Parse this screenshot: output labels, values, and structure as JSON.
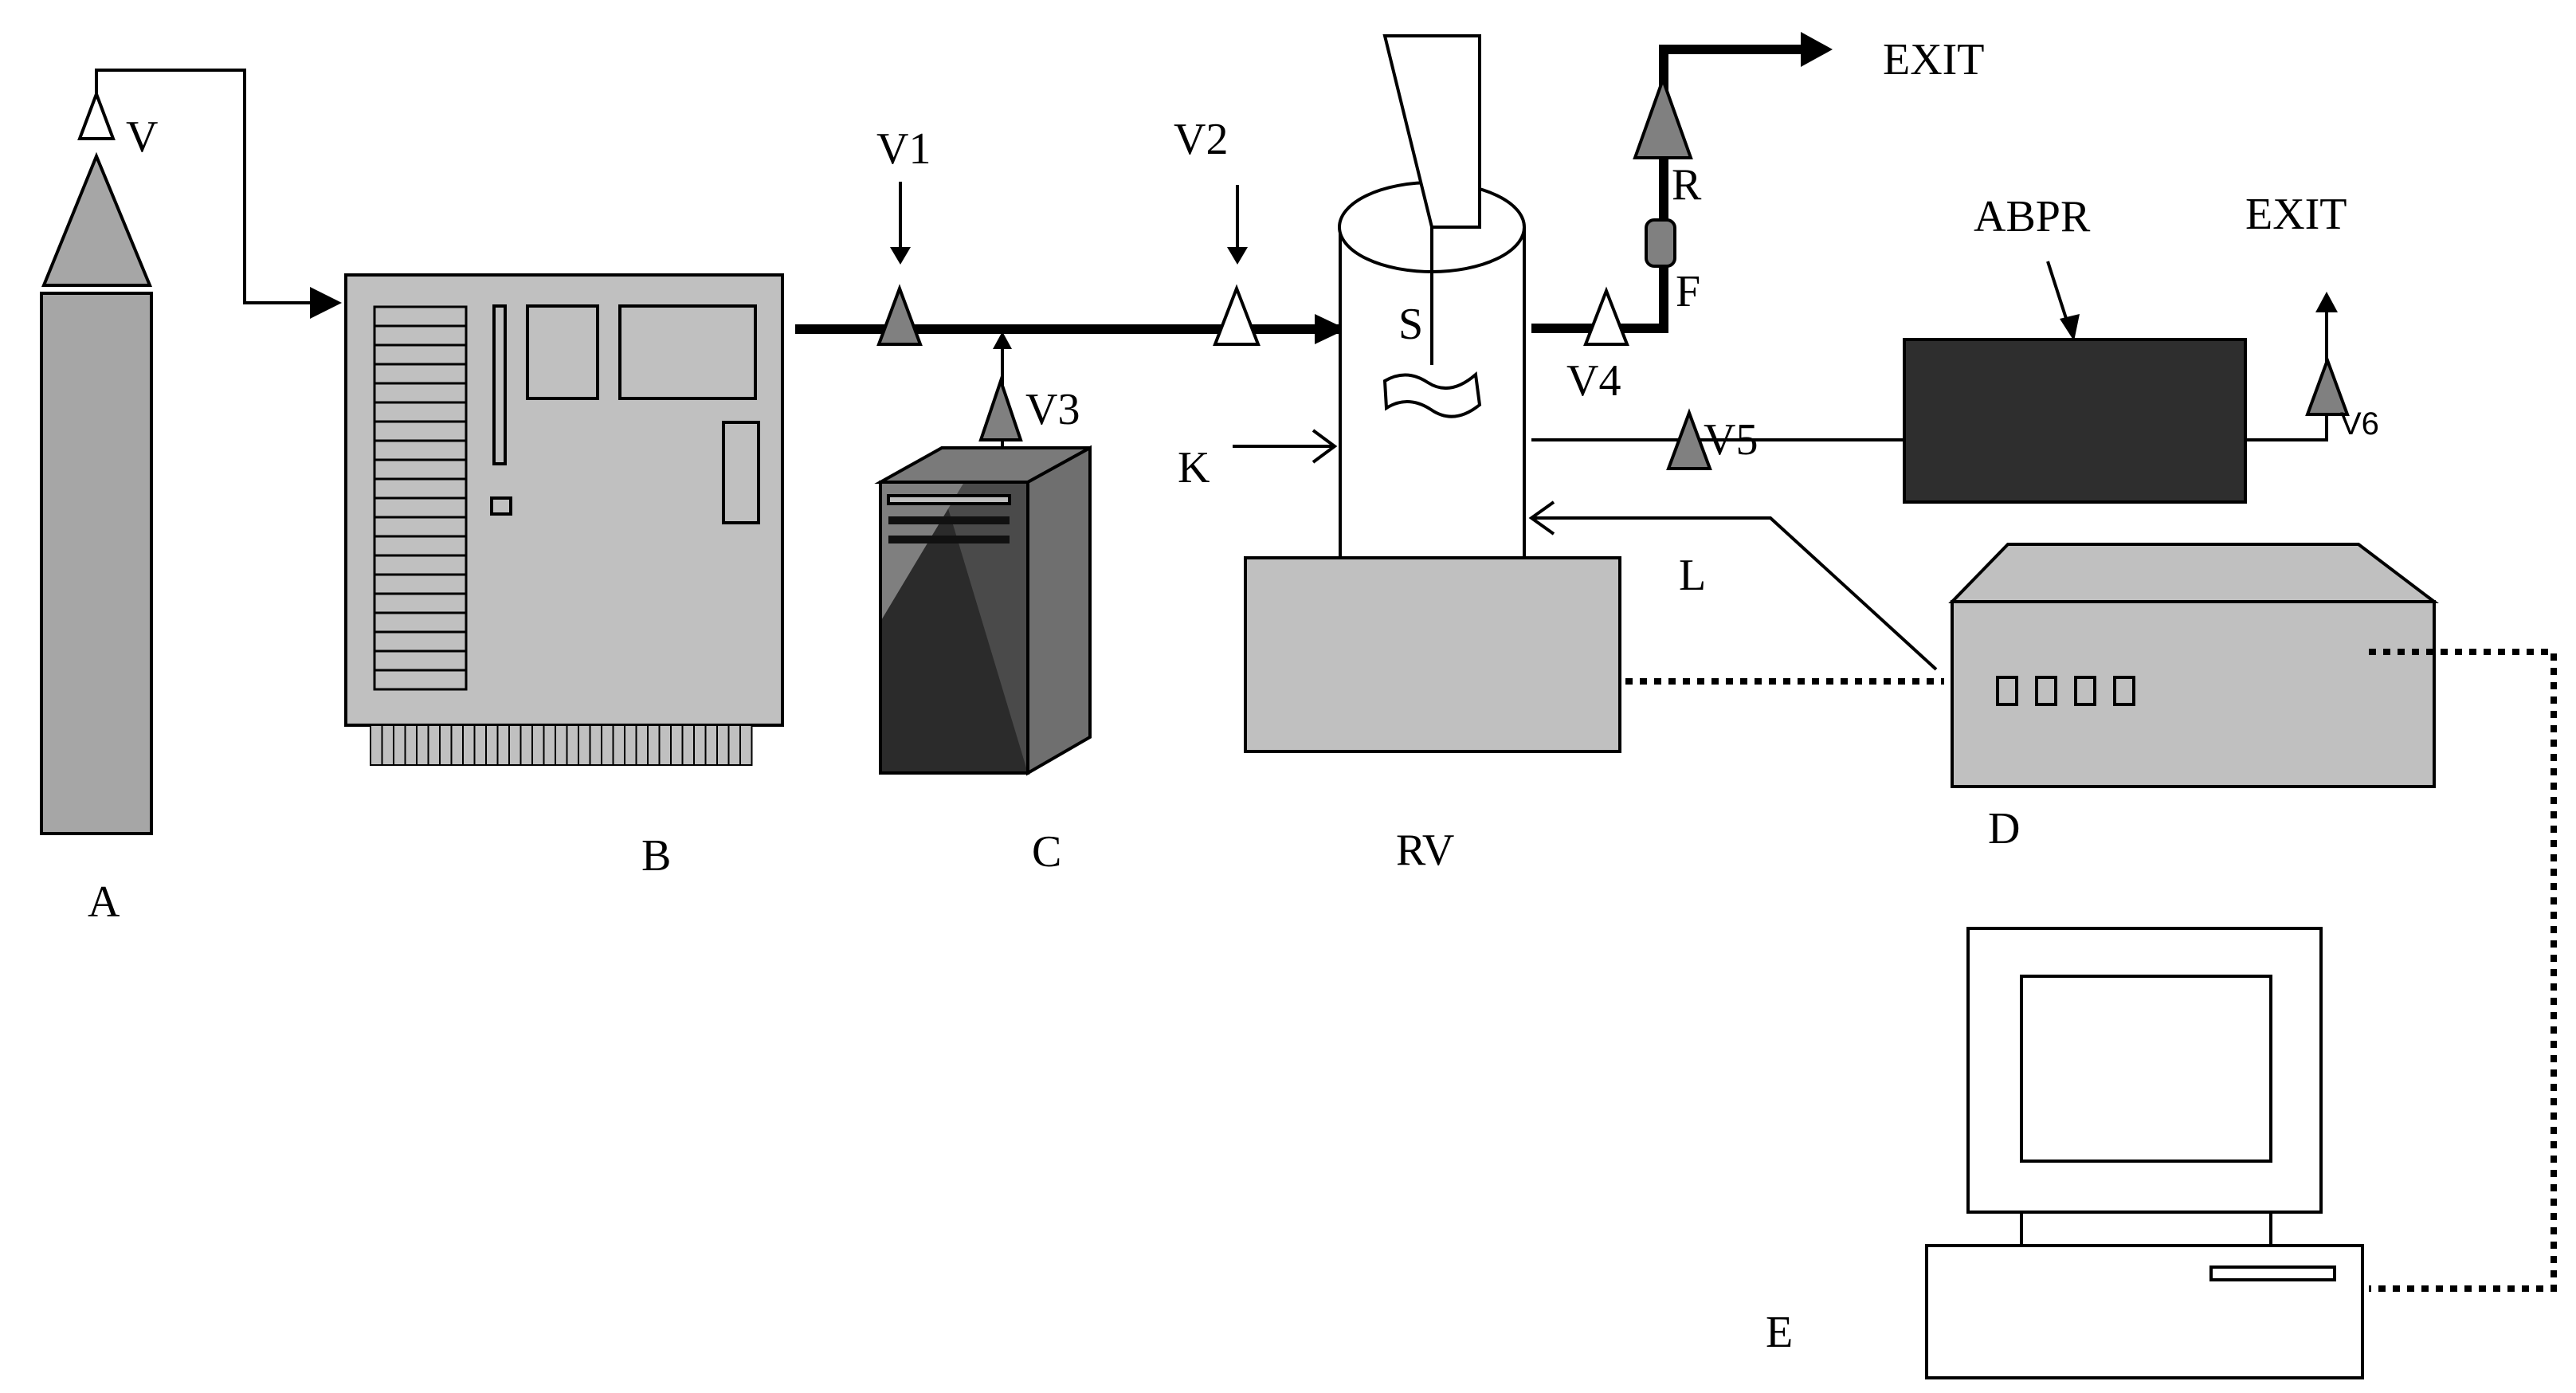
{
  "labels": {
    "A": "A",
    "B": "B",
    "C": "C",
    "RV": "RV",
    "D": "D",
    "E": "E",
    "V": "V",
    "V1": "V1",
    "V2": "V2",
    "V3": "V3",
    "V4": "V4",
    "V5": "V5",
    "V6": "V6",
    "K": "K",
    "L": "L",
    "S": "S",
    "R": "R",
    "F": "F",
    "ABPR": "ABPR",
    "exit_top": "EXIT",
    "exit_right": "EXIT"
  },
  "colors": {
    "light_gray": "#bfbfbf",
    "mid_gray": "#808080",
    "dark_gray": "#6b6b6b",
    "near_black": "#2e2e2e",
    "line": "#000000",
    "background": "#ffffff"
  }
}
